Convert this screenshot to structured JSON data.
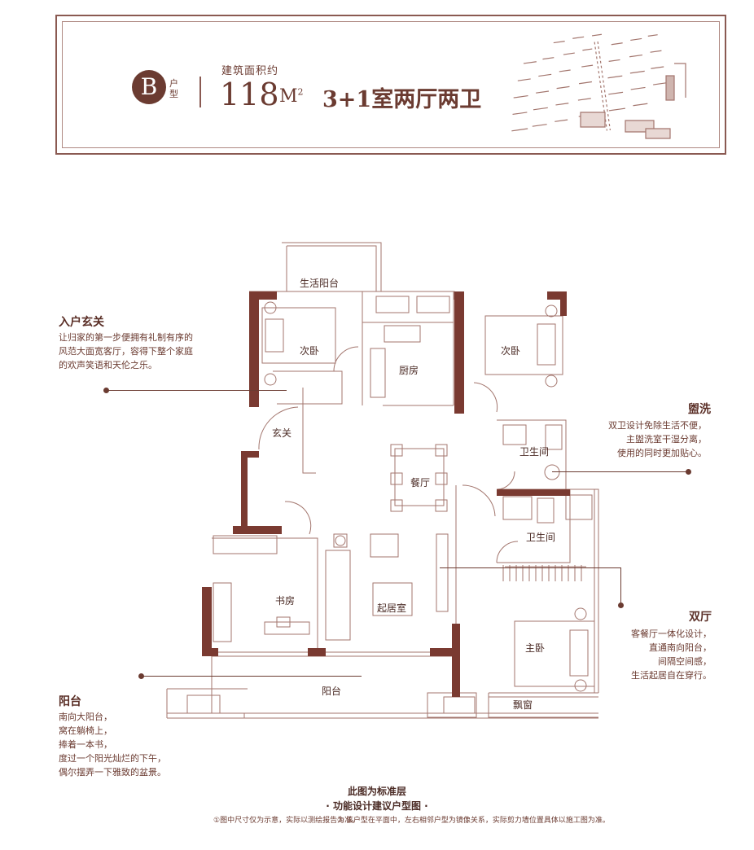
{
  "header": {
    "badge_letter": "B",
    "unit_word": "户型",
    "area_label": "建筑面积约",
    "area_value": "118",
    "area_unit": "M",
    "area_unit_sup": "2",
    "layout_title": "3+1室两厅两卫"
  },
  "rooms": {
    "balcony_service": "生活阳台",
    "bedroom_left": "次卧",
    "kitchen": "厨房",
    "bedroom_right": "次卧",
    "entrance": "玄关",
    "dining": "餐厅",
    "bathroom_1": "卫生间",
    "bathroom_2": "卫生间",
    "study": "书房",
    "living": "起居室",
    "master": "主卧",
    "balcony": "阳台",
    "bay_window": "飘窗"
  },
  "callouts": {
    "entrance": {
      "title": "入户玄关",
      "lines": [
        "让归家的第一步便拥有礼制有序的",
        "风范大面宽客厅，容得下整个家庭",
        "的欢声笑语和天伦之乐。"
      ]
    },
    "bath": {
      "title": "盥洗",
      "lines": [
        "双卫设计免除生活不便，",
        "主盥洗室干湿分离，",
        "使用的同时更加贴心。"
      ]
    },
    "halls": {
      "title": "双厅",
      "lines": [
        "客餐厅一体化设计，",
        "直通南向阳台，",
        "间隔空间感，",
        "生活起居自在穿行。"
      ]
    },
    "balcony": {
      "title": "阳台",
      "lines": [
        "南向大阳台，",
        "窝在躺椅上，",
        "捧着一本书，",
        "度过一个阳光灿烂的下午，",
        "偶尔摆弄一下雅致的盆景。"
      ]
    }
  },
  "footer": {
    "line1": "此图为标准层",
    "line2": "· 功能设计建议户型图 ·",
    "note1": "①图中尺寸仅为示意，实际以测绘报告为准。",
    "note2": "② 该户型在平面中，左右相邻户型为镜像关系，实际剪力墙位置具体以施工图为准。"
  },
  "colors": {
    "brand": "#6b3b31",
    "wall": "#7a3a31",
    "line": "#a3766e"
  }
}
